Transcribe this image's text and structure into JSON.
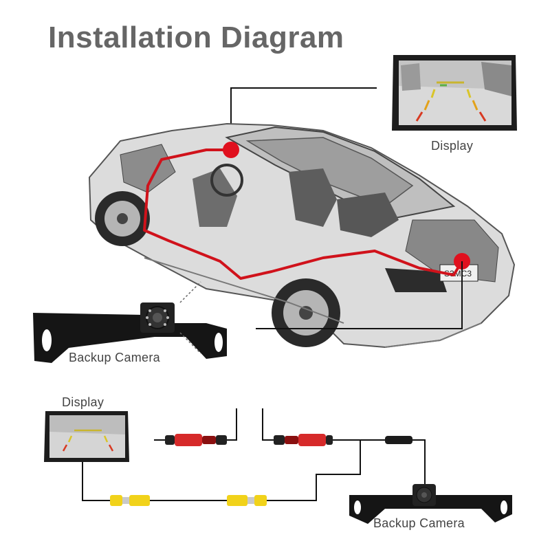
{
  "diagram": {
    "title": "Installation Diagram",
    "labels": {
      "display_top": "Display",
      "backup_camera_top": "Backup Camera",
      "display_bottom": "Display",
      "backup_camera_bottom": "Backup Camera"
    },
    "colors": {
      "title_gray": "#666666",
      "wire_red": "#d0121b",
      "marker_red": "#e0101e",
      "yellow_rca": "#f1d21a",
      "red_connector": "#d62a2a",
      "dark_bracket": "#151515"
    }
  }
}
